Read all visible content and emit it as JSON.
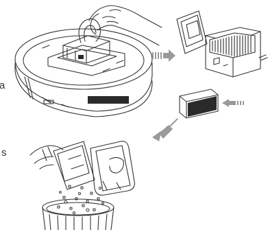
{
  "clipped_margin_text": {
    "first": "a",
    "second": "s"
  },
  "steps": [
    {
      "subject": "lift-dustbin-from-robot"
    },
    {
      "subject": "open-dustbin-and-remove-filter"
    },
    {
      "subject": "empty-dustbin-into-trash"
    }
  ],
  "colors": {
    "line": "#333333",
    "dark_fill": "#2a2a2a",
    "mid_fill": "#8a8a8a",
    "arrow_fill": "#9a9a9a",
    "background": "#ffffff"
  }
}
